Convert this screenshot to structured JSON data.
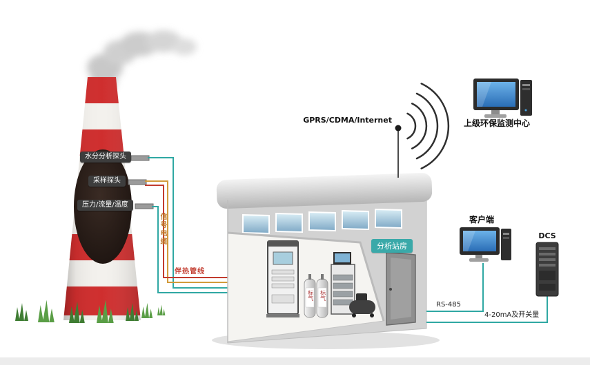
{
  "stack": {
    "probes": [
      "水分分析探头",
      "采样探头",
      "压力/流量/温度"
    ]
  },
  "cabling": {
    "signal_cable": "信号电缆",
    "heated_line": "伴热管线",
    "rs485": "RS-485",
    "analog": "4-20mA及开关量"
  },
  "uplink": {
    "gprs": "GPRS/CDMA/Internet",
    "monitoring_center": "上级环保监测中心"
  },
  "station": {
    "badge": "分析站房",
    "cylinder": "标气"
  },
  "terminals": {
    "client": "客户端",
    "dcs": "DCS"
  },
  "colors": {
    "stack_red": "#cf2e2e",
    "line_teal": "#2fa8a3",
    "line_red": "#c23b2e",
    "line_orange": "#d29a3a",
    "badge_teal": "#3aa9a9",
    "screen_blue": "#2a6db6",
    "grass_green": "#5a9e46"
  },
  "icons": {
    "smokestack": "striped-chimney-shape",
    "smoke-plume": "blurred-ellipses",
    "grass": "spike-polygons",
    "station-building": "isometric-house",
    "wifi-arcs": "concentric-arcs",
    "desktop-computer": "monitor-and-tower",
    "server-tower": "dark-rack",
    "gas-cylinder": "capsule-shape",
    "analyzer-cabinet": "rack-with-screen",
    "compressor": "horizontal-tank"
  }
}
